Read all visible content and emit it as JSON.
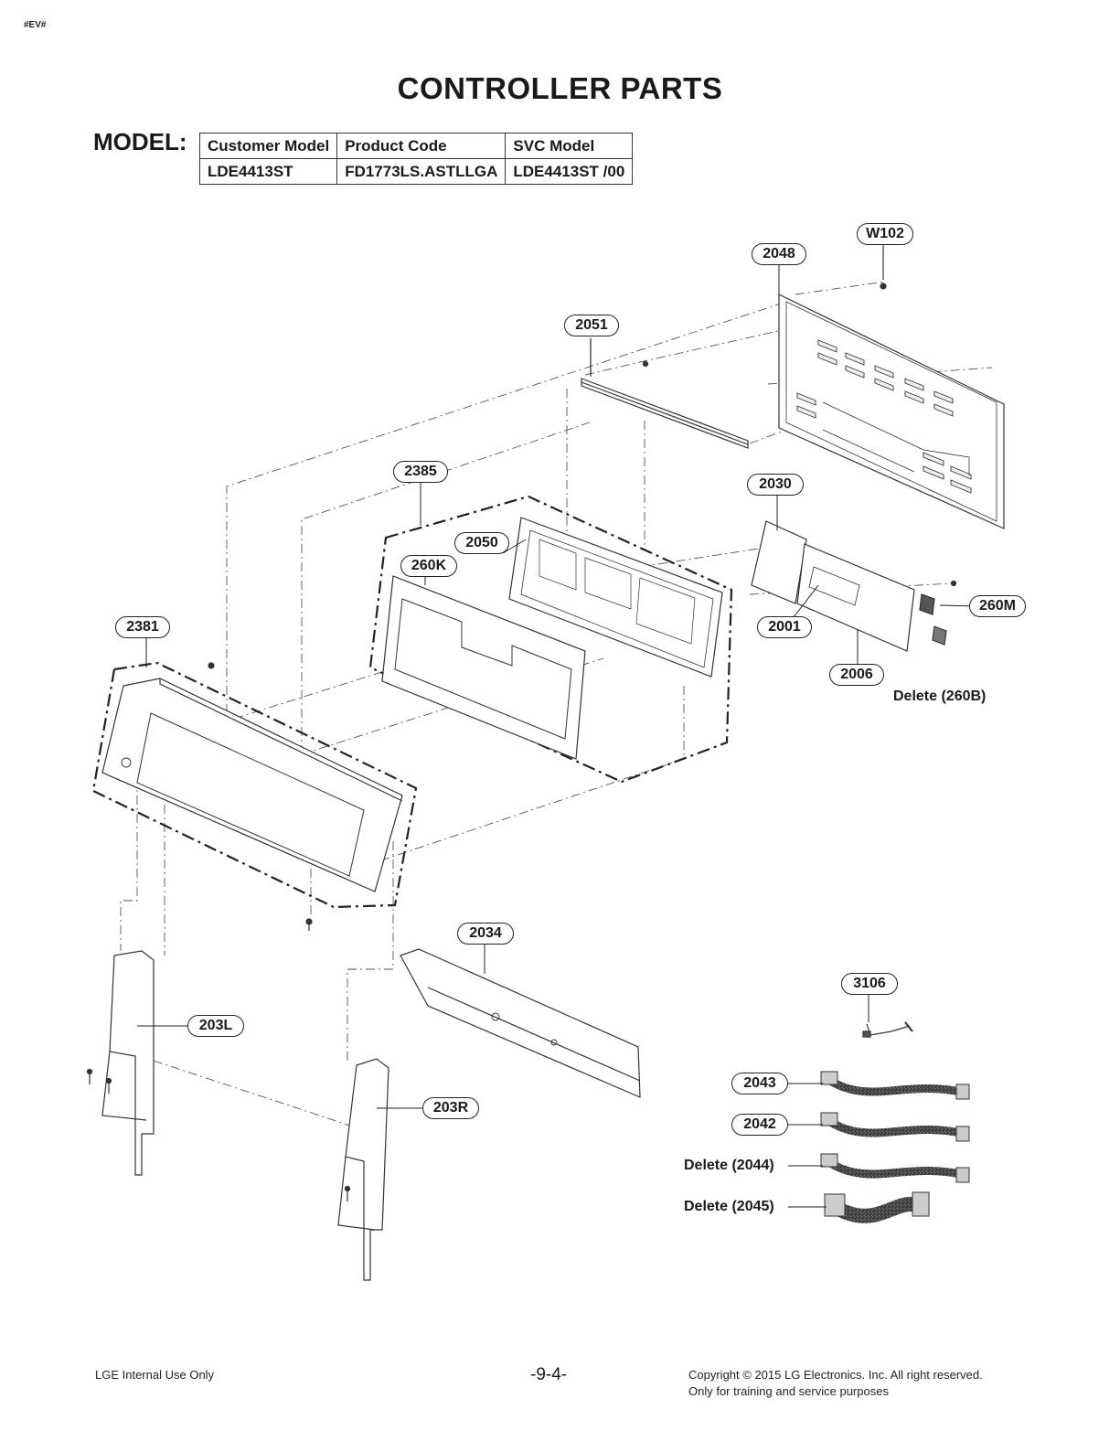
{
  "tag": "#EV#",
  "title": "CONTROLLER PARTS",
  "model_label": "MODEL:",
  "model_table": {
    "headers": [
      "Customer Model",
      "Product Code",
      "SVC Model"
    ],
    "row": [
      "LDE4413ST",
      "FD1773LS.ASTLLGA",
      "LDE4413ST /00"
    ]
  },
  "callouts": {
    "w102": "W102",
    "p2048": "2048",
    "p2051": "2051",
    "p2385": "2385",
    "p2030": "2030",
    "p2050": "2050",
    "p260k": "260K",
    "p260m": "260M",
    "p2381": "2381",
    "p2001": "2001",
    "p2006": "2006",
    "p2034": "2034",
    "p3106": "3106",
    "p203l": "203L",
    "p203r": "203R",
    "p2043": "2043",
    "p2042": "2042"
  },
  "delete_labels": {
    "d260b": "Delete (260B)",
    "d2044": "Delete (2044)",
    "d2045": "Delete (2045)"
  },
  "footer": {
    "left": "LGE Internal Use Only",
    "page": "-9-4-",
    "copyright": "Copyright © 2015 LG Electronics. Inc. All right reserved.",
    "purpose": "Only for training and service purposes"
  }
}
